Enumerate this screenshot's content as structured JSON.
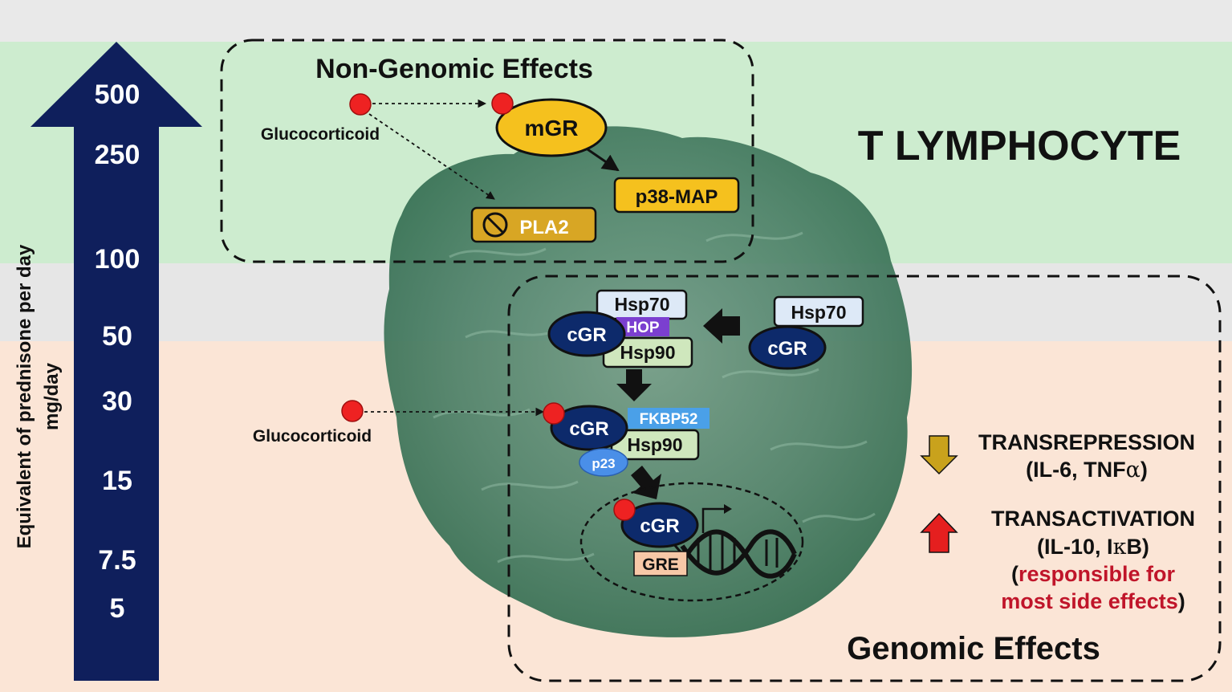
{
  "title": "T LYMPHOCYTE",
  "dose_axis": {
    "label_line1": "Equivalent of prednisone per day",
    "label_line2": "mg/day",
    "ticks": [
      "500",
      "250",
      "100",
      "50",
      "30",
      "15",
      "7.5",
      "5"
    ]
  },
  "non_genomic": {
    "heading": "Non-Genomic Effects",
    "ligand_label": "Glucocorticoid",
    "receptor": "mGR",
    "targets": [
      "p38-MAP",
      "PLA2"
    ]
  },
  "genomic": {
    "heading": "Genomic Effects",
    "ligand_label": "Glucocorticoid",
    "receptor": "cGR",
    "chaperones": {
      "hsp70": "Hsp70",
      "hop": "HOP",
      "hsp90": "Hsp90",
      "fkbp52": "FKBP52",
      "p23": "p23"
    },
    "response_element": "GRE"
  },
  "effects": {
    "transrepression": {
      "title": "TRANSREPRESSION",
      "detail_prefix": "(IL-6, TNF",
      "detail_symbol": "α",
      "detail_suffix": ")"
    },
    "transactivation": {
      "title": "TRANSACTIVATION",
      "detail_prefix": "(IL-10, I",
      "detail_symbol": "κ",
      "detail_suffix": "B)",
      "note_open": "(",
      "note_line1": "responsible for",
      "note_line2": "most side effects",
      "note_close": ")"
    }
  },
  "colors": {
    "high_dose_band": "#cdeccf",
    "mid_band": "#e6e6e6",
    "low_dose_band": "#fbe5d6",
    "arrow": "#0f1f5c",
    "receptor_fill": "#0d2a6b",
    "mgr_fill": "#f5c11e",
    "ligand": "#ee2222",
    "note_red": "#c0152a",
    "down_arrow": "#c9a21c",
    "up_arrow": "#e51f1f"
  }
}
